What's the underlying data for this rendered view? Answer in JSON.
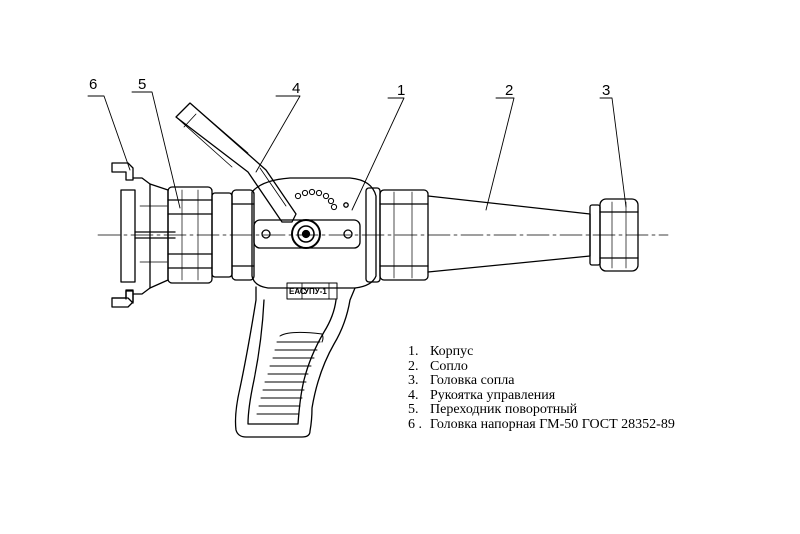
{
  "callouts": [
    "6",
    "5",
    "4",
    "1",
    "2",
    "3"
  ],
  "badge": [
    "ЕАС",
    "УПУ-1"
  ],
  "legend": [
    {
      "num": "1.",
      "text": "Корпус"
    },
    {
      "num": "2.",
      "text": "Сопло"
    },
    {
      "num": "3.",
      "text": "Головка сопла"
    },
    {
      "num": "4.",
      "text": "Рукоятка управления"
    },
    {
      "num": "5.",
      "text": "Переходник поворотный"
    },
    {
      "num": "6 .",
      "text": "Головка напорная ГМ-50 ГОСТ 28352-89"
    }
  ],
  "colors": {
    "ink": "#000000",
    "background": "#ffffff"
  }
}
